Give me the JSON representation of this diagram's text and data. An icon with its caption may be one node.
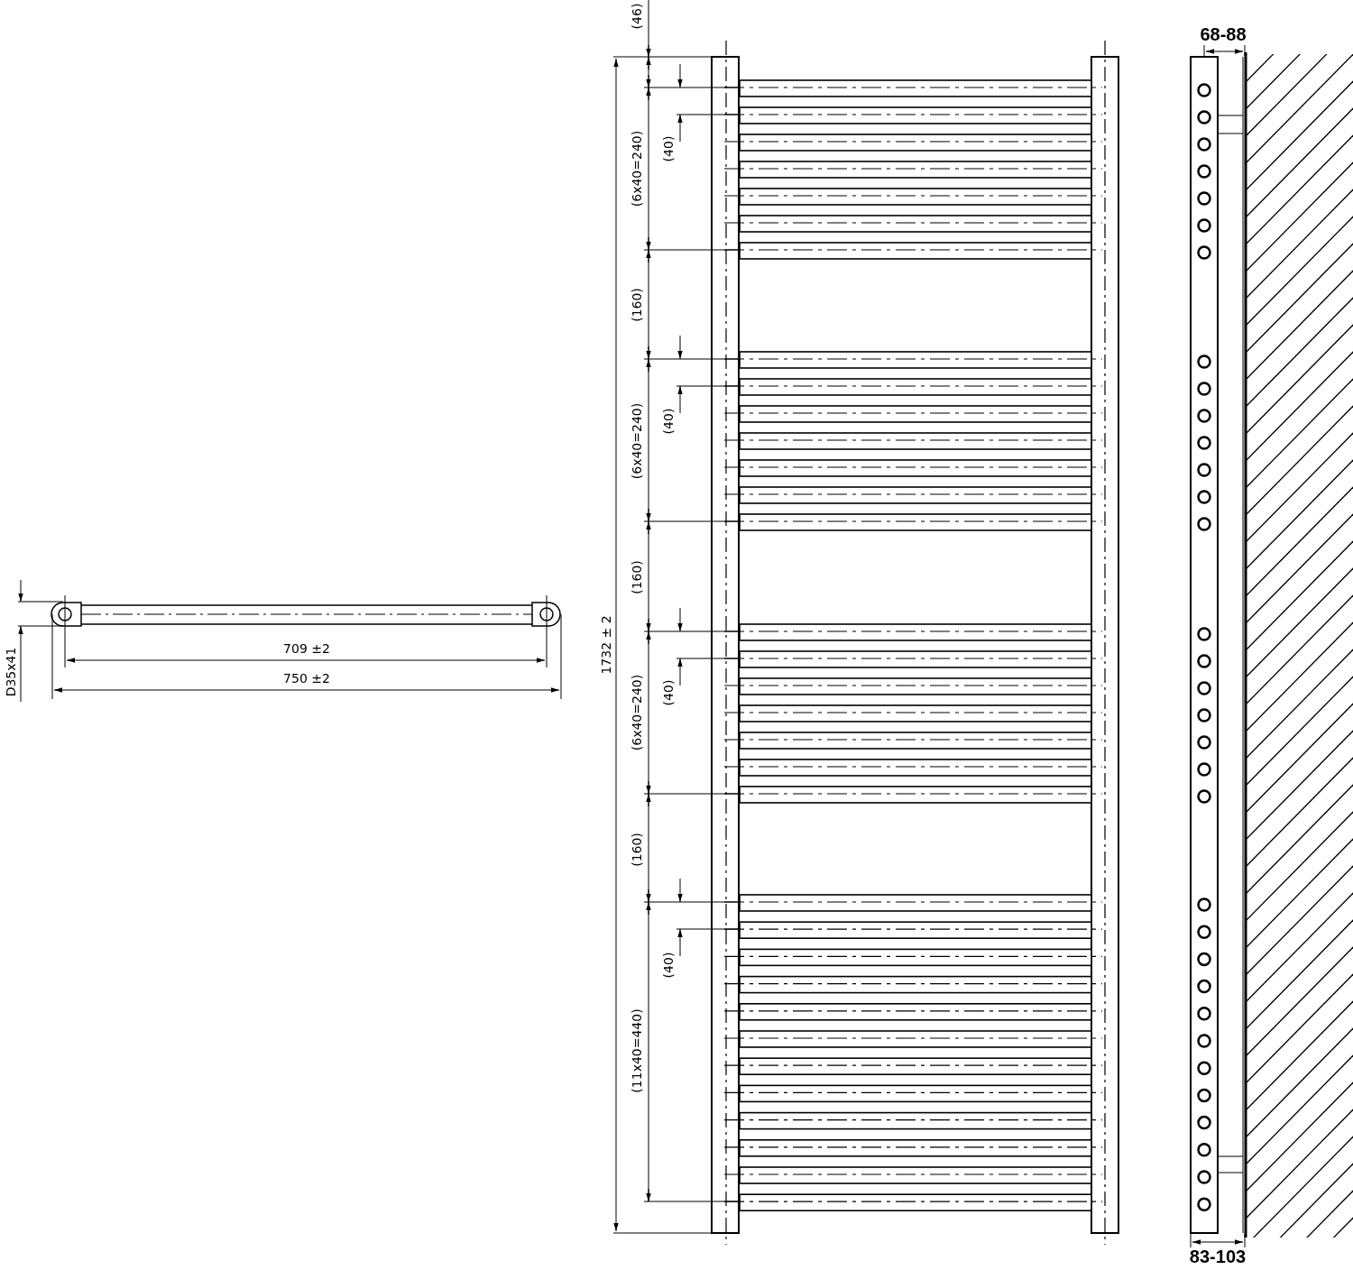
{
  "diagram": {
    "labels": [
      "D35x41",
      "709 ±2",
      "750 ±2",
      "1732 ± 2",
      "(46)",
      "(6x40=240)",
      "(40)",
      "(160)",
      "(6x40=240)",
      "(40)",
      "(160)",
      "(6x40=240)",
      "(40)",
      "(160)",
      "(40)",
      "(11x40=440)",
      "68-88",
      "83-103"
    ]
  }
}
